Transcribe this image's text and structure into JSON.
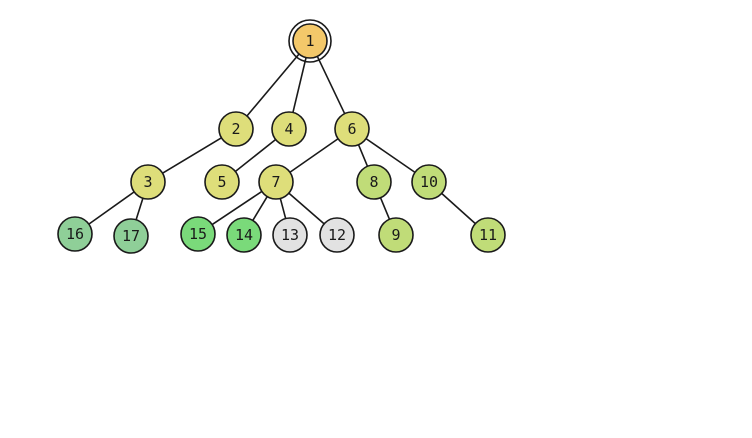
{
  "colors": {
    "root": "#f3c86a",
    "yellow": "#dede7a",
    "lime": "#c0dc78",
    "teal": "#8fcf98",
    "green": "#7ada7a",
    "gray": "#e2e2e2"
  },
  "nodes": [
    {
      "id": "1",
      "label": "1",
      "color": "root",
      "root": true
    },
    {
      "id": "2",
      "label": "2",
      "color": "yellow"
    },
    {
      "id": "4",
      "label": "4",
      "color": "yellow"
    },
    {
      "id": "6",
      "label": "6",
      "color": "yellow"
    },
    {
      "id": "3",
      "label": "3",
      "color": "yellow"
    },
    {
      "id": "5",
      "label": "5",
      "color": "yellow"
    },
    {
      "id": "7",
      "label": "7",
      "color": "yellow"
    },
    {
      "id": "8",
      "label": "8",
      "color": "lime"
    },
    {
      "id": "10",
      "label": "10",
      "color": "lime"
    },
    {
      "id": "16",
      "label": "16",
      "color": "teal"
    },
    {
      "id": "17",
      "label": "17",
      "color": "teal"
    },
    {
      "id": "15",
      "label": "15",
      "color": "green"
    },
    {
      "id": "14",
      "label": "14",
      "color": "green"
    },
    {
      "id": "13",
      "label": "13",
      "color": "gray"
    },
    {
      "id": "12",
      "label": "12",
      "color": "gray"
    },
    {
      "id": "9",
      "label": "9",
      "color": "lime"
    },
    {
      "id": "11",
      "label": "11",
      "color": "lime"
    }
  ],
  "edges": [
    [
      "1",
      "2"
    ],
    [
      "1",
      "4"
    ],
    [
      "1",
      "6"
    ],
    [
      "2",
      "3"
    ],
    [
      "4",
      "5"
    ],
    [
      "6",
      "7"
    ],
    [
      "6",
      "8"
    ],
    [
      "6",
      "10"
    ],
    [
      "3",
      "16"
    ],
    [
      "3",
      "17"
    ],
    [
      "7",
      "15"
    ],
    [
      "7",
      "14"
    ],
    [
      "7",
      "13"
    ],
    [
      "7",
      "12"
    ],
    [
      "8",
      "9"
    ],
    [
      "10",
      "11"
    ]
  ]
}
